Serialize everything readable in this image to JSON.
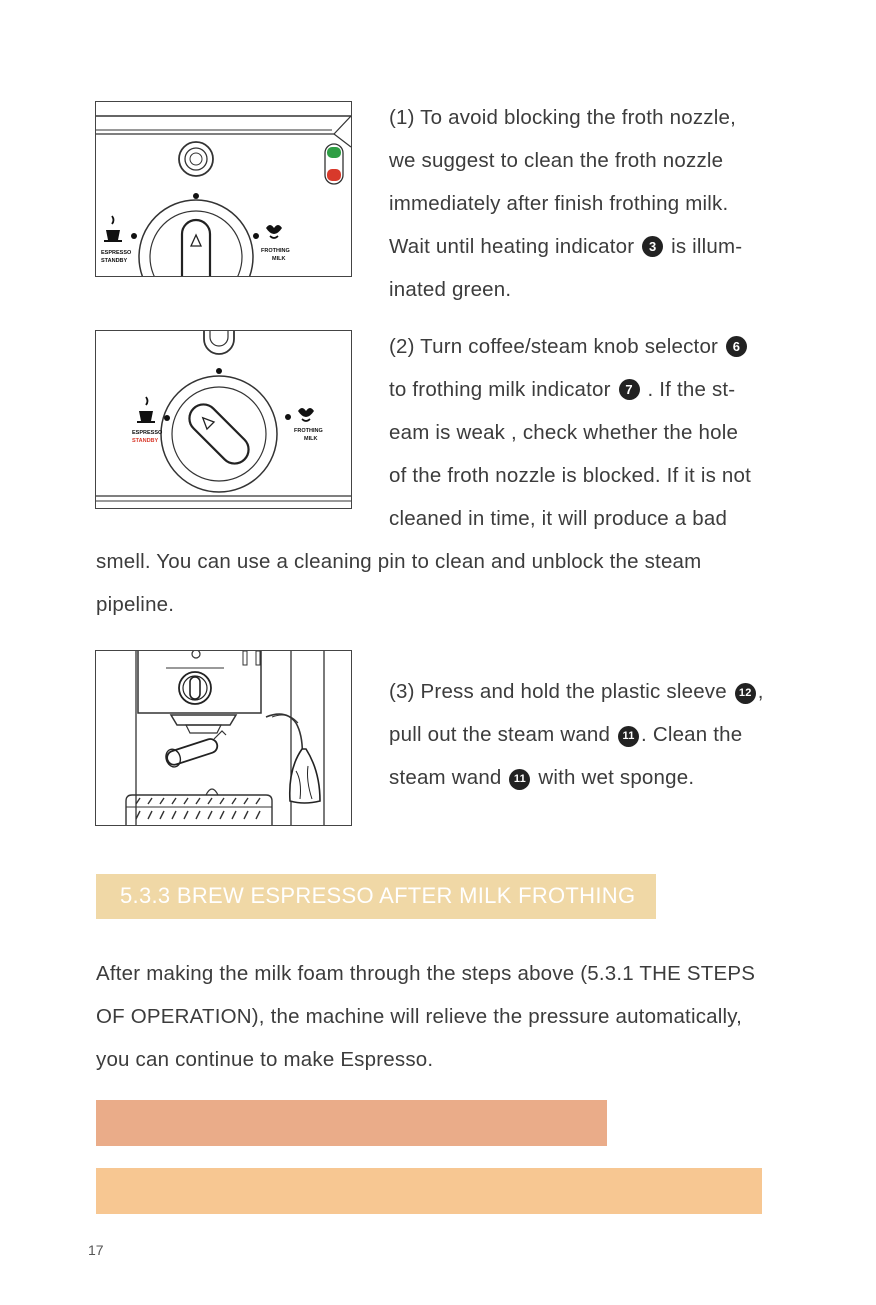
{
  "step1": {
    "lines": [
      "(1) To avoid blocking the froth nozzle,",
      "we suggest to clean the froth nozzle",
      "immediately after finish frothing milk.",
      "inated green."
    ],
    "line4_before": "Wait until heating indicator ",
    "line4_marker": "3",
    "line4_after": " is illum-"
  },
  "step2": {
    "line1_before": "(2) Turn coffee/steam knob selector ",
    "line1_marker": "6",
    "line2_before": "to frothing milk indicator ",
    "line2_marker": "7",
    "line2_after": " . If the st-",
    "lines": [
      "eam is weak , check whether the hole",
      "of the froth nozzle is blocked. If it is not",
      "cleaned in time, it will produce a bad",
      "smell. You can use a cleaning pin to clean and unblock the steam",
      "pipeline."
    ]
  },
  "step3": {
    "line1_before": "(3) Press and hold the plastic sleeve ",
    "line1_marker": "12",
    "line1_after": ",",
    "line2_before": "pull out the steam wand ",
    "line2_marker": "11",
    "line2_after": ". Clean the",
    "line3_before": "steam wand ",
    "line3_marker": "11",
    "line3_after": "  with wet sponge."
  },
  "section": {
    "heading": "5.3.3 BREW ESPRESSO AFTER MILK FROTHING",
    "lines": [
      "After making the milk foam through the steps above (5.3.1 THE STEPS",
      "OF OPERATION), the machine will relieve the pressure automatically,",
      "you can continue to make Espresso."
    ]
  },
  "figure_labels": {
    "left_top": "ESPRESSO",
    "left_bottom": "STANDBY",
    "right_top": "FROTHING",
    "right_bottom": "MILK"
  },
  "page_number": "17",
  "colors": {
    "heading_bg": "#f0d8a6",
    "bar_1": "#eaac89",
    "bar_2": "#f7c792",
    "indicator_green": "#2e9e44",
    "indicator_red": "#d8392b"
  }
}
